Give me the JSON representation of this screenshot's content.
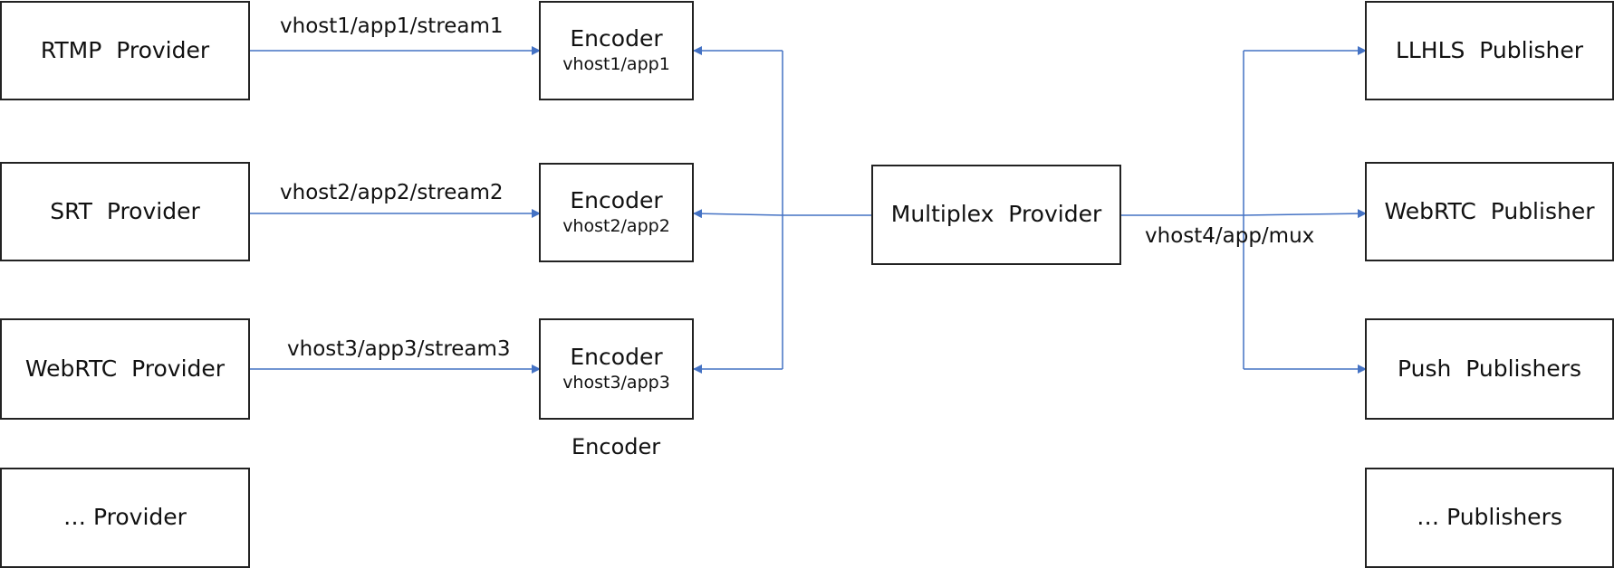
{
  "colors": {
    "arrow": "#4472c4",
    "border": "#222222",
    "background": "#ffffff"
  },
  "providers": [
    {
      "label": "RTMP  Provider"
    },
    {
      "label": "SRT  Provider"
    },
    {
      "label": "WebRTC  Provider"
    },
    {
      "label": "… Provider"
    }
  ],
  "encoders": [
    {
      "label": "Encoder",
      "sub": "vhost1/app1"
    },
    {
      "label": "Encoder",
      "sub": "vhost2/app2"
    },
    {
      "label": "Encoder",
      "sub": "vhost3/app3"
    }
  ],
  "encoder_caption": "Encoder",
  "stream_labels": [
    "vhost1/app1/stream1",
    "vhost2/app2/stream2",
    "vhost3/app3/stream3"
  ],
  "multiplex": {
    "label": "Multiplex  Provider",
    "output_label": "vhost4/app/mux"
  },
  "publishers": [
    {
      "label": "LLHLS  Publisher"
    },
    {
      "label": "WebRTC  Publisher"
    },
    {
      "label": "Push  Publishers"
    },
    {
      "label": "… Publishers"
    }
  ]
}
